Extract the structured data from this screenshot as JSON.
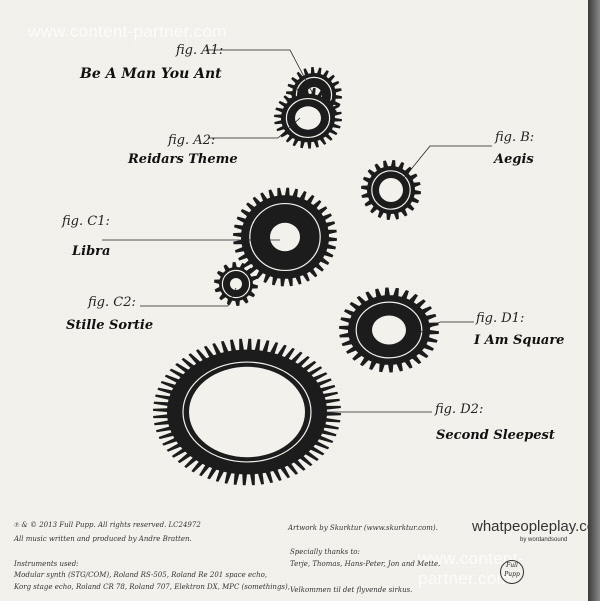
{
  "watermarks": {
    "top": "www.content-partner.com",
    "bottom": "www.content-partner.com"
  },
  "figures": [
    {
      "fig": "fig. A1:",
      "title": "Be A Man You Ant"
    },
    {
      "fig": "fig. A2:",
      "title": "Reidars Theme"
    },
    {
      "fig": "fig. B:",
      "title": "Aegis"
    },
    {
      "fig": "fig. C1:",
      "title": "Libra"
    },
    {
      "fig": "fig. C2:",
      "title": "Stille Sortie"
    },
    {
      "fig": "fig. D1:",
      "title": "I Am Square"
    },
    {
      "fig": "fig. D2:",
      "title": "Second Sleepest"
    }
  ],
  "credits": {
    "copyright": "℗ & © 2013 Full Pupp. All rights reserved. LC24972",
    "written": "All music written and produced by Andre Bratten.",
    "instruments_heading": "Instruments used:",
    "instruments_1": "Modular synth (STG/COM), Roland RS-505, Roland Re 201 space echo,",
    "instruments_2": "Korg stage echo, Roland CR 78, Roland 707, Elektron DX, MPC (somethings),",
    "artwork": "Artwork by Skurktur (www.skurktur.com).",
    "thanks_heading": "Specially thanks to:",
    "thanks_1": "Terje, Thomas, Hans-Peter, Jon and Mette.",
    "thanks_2": "Velkommen til det flyvende sirkus."
  },
  "logo": {
    "brand": "whatpeopleplay.com",
    "sub": "by wordandsound"
  },
  "stamp": "Full Pupp",
  "colors": {
    "background": "#f3f1ec",
    "ink": "#1a1a1a"
  }
}
